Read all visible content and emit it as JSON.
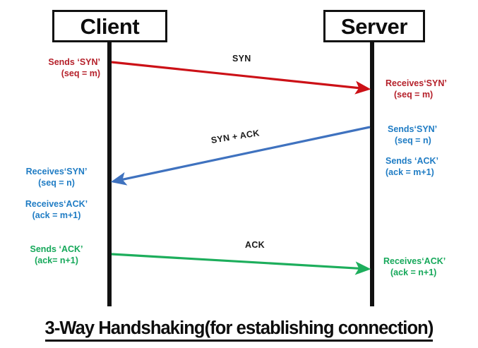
{
  "diagram": {
    "type": "sequence-diagram",
    "caption": "3-Way Handshaking(for establishing connection)",
    "participants": [
      {
        "id": "client",
        "label": "Client"
      },
      {
        "id": "server",
        "label": "Server"
      }
    ],
    "messages": [
      {
        "id": "syn",
        "label": "SYN",
        "from": "client",
        "to": "server",
        "color": "#cc1117"
      },
      {
        "id": "syn-ack",
        "label": "SYN + ACK",
        "from": "server",
        "to": "client",
        "color": "#3f72bf"
      },
      {
        "id": "ack",
        "label": "ACK",
        "from": "client",
        "to": "server",
        "color": "#1dae5c"
      }
    ],
    "notes": {
      "client_sends_syn": {
        "lines": [
          "Sends ‘SYN’",
          "(seq = m)"
        ],
        "color": "#b5202a"
      },
      "server_receives_syn": {
        "lines": [
          "Receives‘SYN’",
          "(seq = m)"
        ],
        "color": "#b5202a"
      },
      "server_sends_syn": {
        "lines": [
          "Sends‘SYN’",
          "(seq = n)"
        ],
        "color": "#1f7cc4"
      },
      "server_sends_ack": {
        "lines": [
          "Sends ‘ACK’",
          "(ack = m+1)"
        ],
        "color": "#1f7cc4"
      },
      "client_receives_syn": {
        "lines": [
          "Receives‘SYN’",
          "(seq = n)"
        ],
        "color": "#1f7cc4"
      },
      "client_receives_ack": {
        "lines": [
          "Receives‘ACK’",
          "(ack = m+1)"
        ],
        "color": "#1f7cc4"
      },
      "client_sends_ack": {
        "lines": [
          "Sends ‘ACK’",
          "(ack= n+1)"
        ],
        "color": "#16a85a"
      },
      "server_receives_ack": {
        "lines": [
          "Receives‘ACK’",
          "(ack = n+1)"
        ],
        "color": "#16a85a"
      }
    },
    "colors": {
      "lifeline": "#111111",
      "box_border": "#111111",
      "text_dark": "#0d0d0d",
      "red": "#cc1117",
      "blue": "#3f72bf",
      "green": "#1dae5c",
      "red_text": "#b5202a",
      "blue_text": "#1f7cc4",
      "green_text": "#16a85a",
      "background": "#ffffff"
    }
  }
}
